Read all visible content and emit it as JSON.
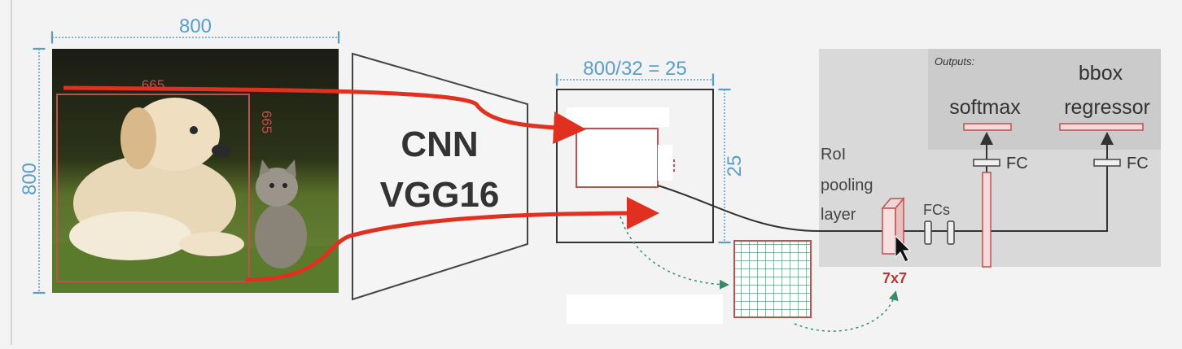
{
  "input": {
    "width_label": "800",
    "height_label": "800"
  },
  "roi": {
    "width_label": "665",
    "height_label": "665"
  },
  "backbone": {
    "line1": "CNN",
    "line2": "VGG16"
  },
  "feature_map": {
    "width_label": "800/32 = 25",
    "height_label": "25"
  },
  "roi_pool": {
    "line1": "RoI",
    "line2": "pooling",
    "line3": "layer",
    "size_label": "7x7"
  },
  "heads": {
    "outputs_label": "Outputs:",
    "softmax_label": "softmax",
    "bbox_line1": "bbox",
    "bbox_line2": "regressor",
    "fc_left": "FC",
    "fc_right": "FC",
    "fcs_label": "FCs"
  },
  "colors": {
    "accent_blue": "#5a9ec8",
    "roi_red": "#c0504d",
    "arrow_red": "#e03020",
    "panel_gray": "#d9d9d9",
    "inner_panel": "#cbcbcb",
    "grid_green": "#3a8a6a"
  }
}
